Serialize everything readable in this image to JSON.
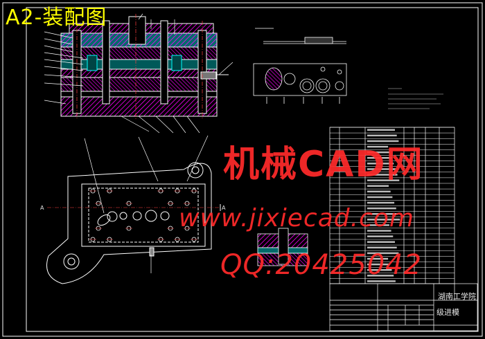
{
  "drawing": {
    "title": "A2-装配图",
    "school": "湖南工学院",
    "part_name": "级进模",
    "section_marker_left": "A",
    "section_marker_right": "A"
  },
  "watermark": {
    "line1": "机械CAD网",
    "line2": "www.jixiecad.com",
    "line3": "QQ:20425042"
  },
  "colors": {
    "background": "#000000",
    "frame": "#ffffff",
    "title": "#ffff00",
    "watermark": "#ff2a2a",
    "part_hatch": "#ff00ff",
    "part_fill": "#006a6a",
    "leader": "#ffffff"
  }
}
